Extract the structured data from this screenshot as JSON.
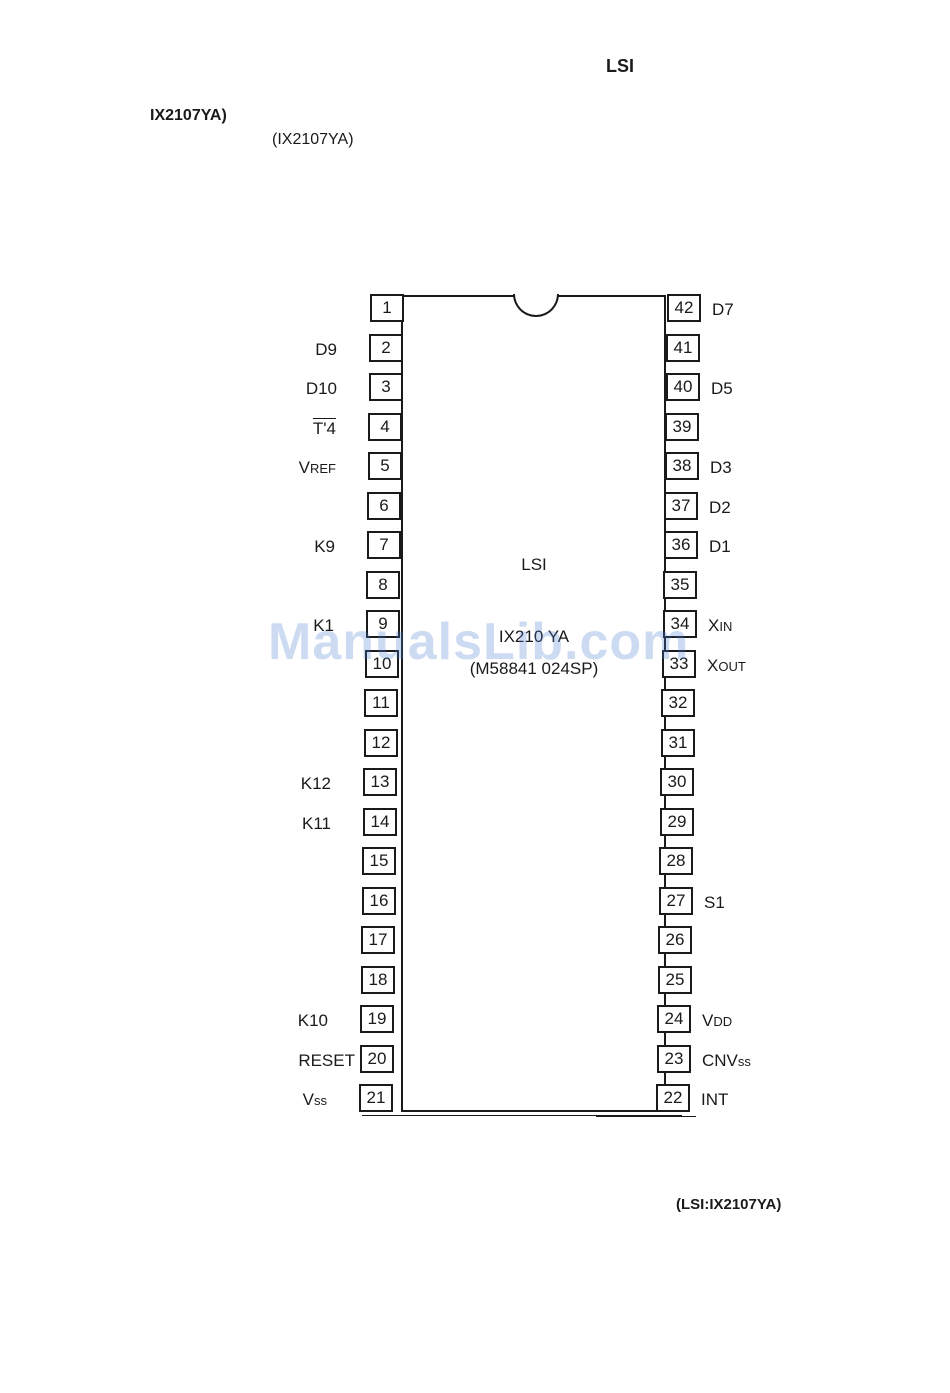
{
  "header": {
    "lsi_title": "LSI",
    "model_heading": "IX2107YA)",
    "model_sub": "(IX2107YA)"
  },
  "chip": {
    "label": "LSI",
    "part_number": "IX210 YA",
    "part_code": "(M58841 024SP)"
  },
  "left_pins": [
    {
      "num": "1",
      "label": ""
    },
    {
      "num": "2",
      "label": "D9"
    },
    {
      "num": "3",
      "label": "D10"
    },
    {
      "num": "4",
      "label": "T'4"
    },
    {
      "num": "5",
      "label": "V",
      "sub": "REF"
    },
    {
      "num": "6",
      "label": ""
    },
    {
      "num": "7",
      "label": "K9"
    },
    {
      "num": "8",
      "label": ""
    },
    {
      "num": "9",
      "label": "K1"
    },
    {
      "num": "10",
      "label": ""
    },
    {
      "num": "11",
      "label": ""
    },
    {
      "num": "12",
      "label": ""
    },
    {
      "num": "13",
      "label": "K12"
    },
    {
      "num": "14",
      "label": "K11"
    },
    {
      "num": "15",
      "label": ""
    },
    {
      "num": "16",
      "label": ""
    },
    {
      "num": "17",
      "label": ""
    },
    {
      "num": "18",
      "label": ""
    },
    {
      "num": "19",
      "label": "K10"
    },
    {
      "num": "20",
      "label": "RESET"
    },
    {
      "num": "21",
      "label": "V",
      "sub": "ss"
    }
  ],
  "right_pins": [
    {
      "num": "42",
      "label": "D7"
    },
    {
      "num": "41",
      "label": ""
    },
    {
      "num": "40",
      "label": "D5"
    },
    {
      "num": "39",
      "label": ""
    },
    {
      "num": "38",
      "label": "D3"
    },
    {
      "num": "37",
      "label": "D2"
    },
    {
      "num": "36",
      "label": "D1"
    },
    {
      "num": "35",
      "label": ""
    },
    {
      "num": "34",
      "label": "X",
      "sub": "IN"
    },
    {
      "num": "33",
      "label": "X",
      "sub": "OUT"
    },
    {
      "num": "32",
      "label": ""
    },
    {
      "num": "31",
      "label": ""
    },
    {
      "num": "30",
      "label": ""
    },
    {
      "num": "29",
      "label": ""
    },
    {
      "num": "28",
      "label": ""
    },
    {
      "num": "27",
      "label": "S1"
    },
    {
      "num": "26",
      "label": ""
    },
    {
      "num": "25",
      "label": ""
    },
    {
      "num": "24",
      "label": "V",
      "sub": "DD"
    },
    {
      "num": "23",
      "label": "CNV",
      "sub": "ss"
    },
    {
      "num": "22",
      "label": "INT"
    }
  ],
  "footer": "(LSI:IX2107YA)",
  "watermark": "ManualsLib.com"
}
